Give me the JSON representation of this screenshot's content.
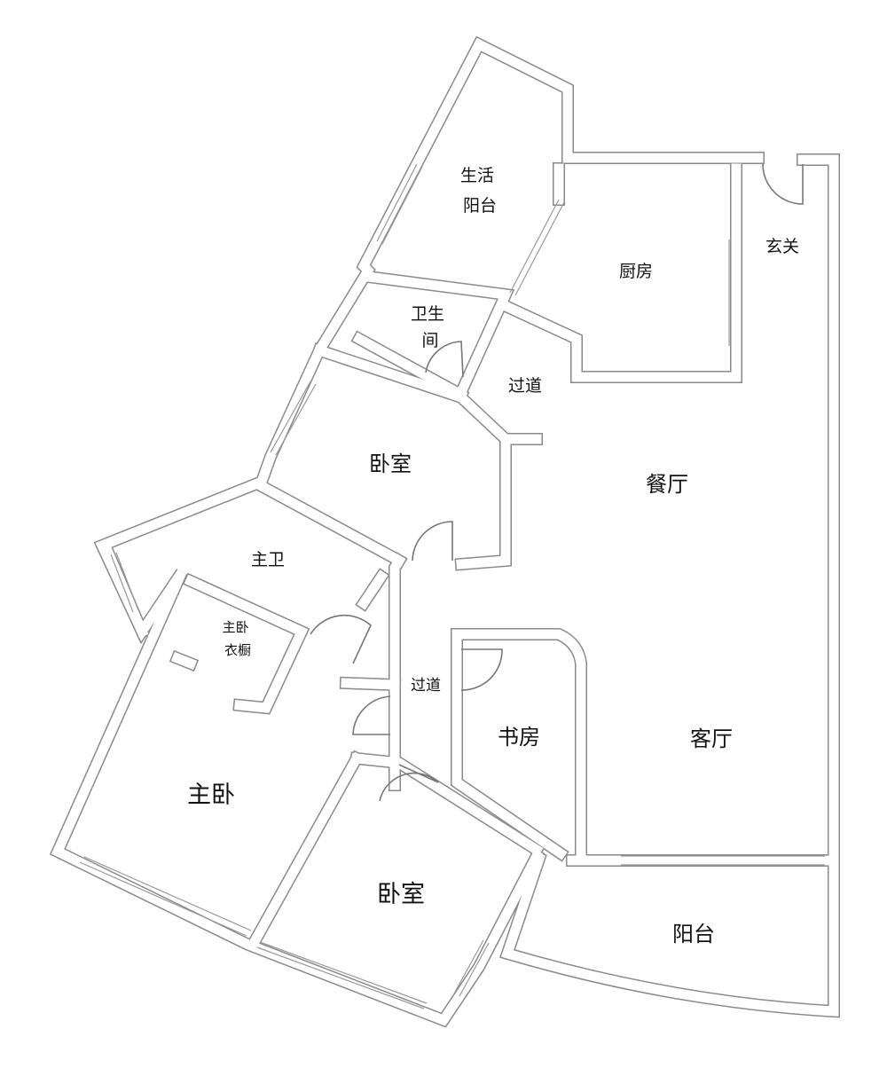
{
  "floor_plan": {
    "rooms": {
      "utility_balcony": {
        "lines": [
          "生活",
          "阳台"
        ]
      },
      "kitchen": {
        "label": "厨房"
      },
      "entrance": {
        "label": "玄关"
      },
      "bathroom": {
        "lines": [
          "卫生",
          "间"
        ]
      },
      "corridor_upper": {
        "label": "过道"
      },
      "bedroom_upper": {
        "label": "卧室"
      },
      "dining_room": {
        "label": "餐厅"
      },
      "master_bathroom": {
        "label": "主卫"
      },
      "master_closet": {
        "lines": [
          "主卧",
          "衣橱"
        ]
      },
      "corridor_lower": {
        "label": "过道"
      },
      "study": {
        "label": "书房"
      },
      "living_room": {
        "label": "客厅"
      },
      "master_bedroom": {
        "label": "主卧"
      },
      "bedroom_lower": {
        "label": "卧室"
      },
      "balcony": {
        "label": "阳台"
      }
    }
  }
}
